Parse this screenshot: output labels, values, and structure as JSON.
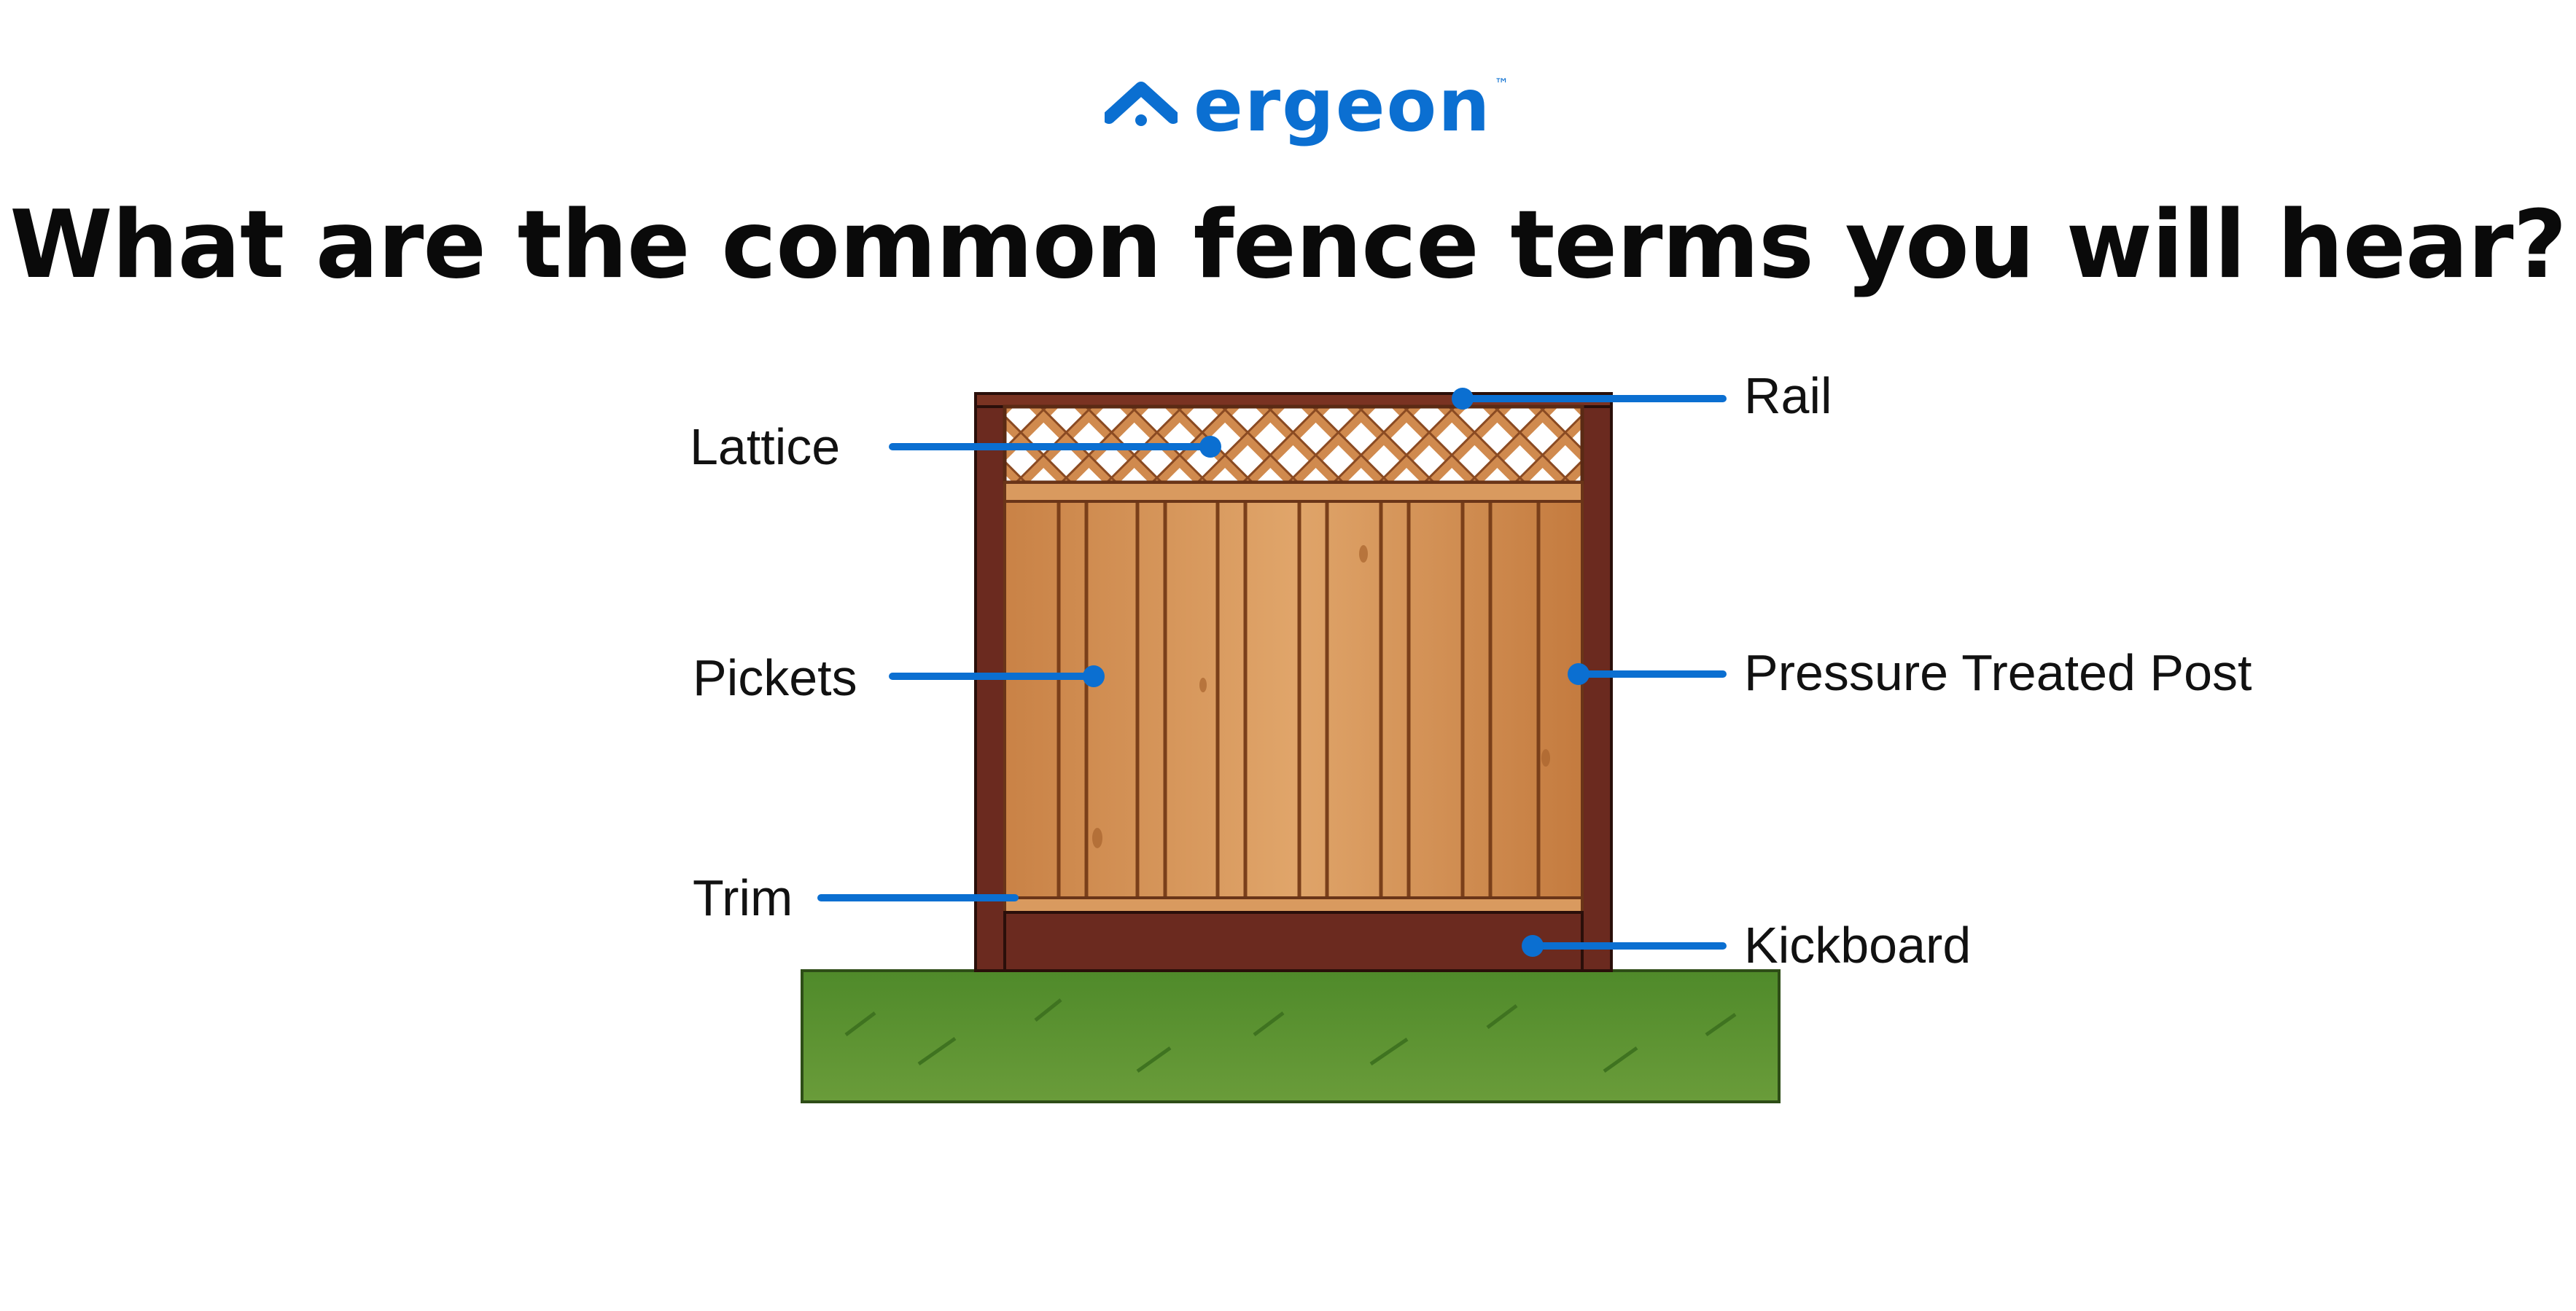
{
  "brand": {
    "name": "ergeon",
    "trademark": "™",
    "color": "#0b6fd1"
  },
  "title": "What are the common fence terms you will hear?",
  "fence_labels": {
    "lattice": "Lattice",
    "rail": "Rail",
    "pickets": "Pickets",
    "pressure_treated_post": "Pressure Treated Post",
    "trim": "Trim",
    "kickboard": "Kickboard"
  },
  "colors": {
    "callout": "#0b6fd1",
    "post": "#6b2a1f",
    "picket": "#d59257",
    "grass": "#5f9233"
  }
}
